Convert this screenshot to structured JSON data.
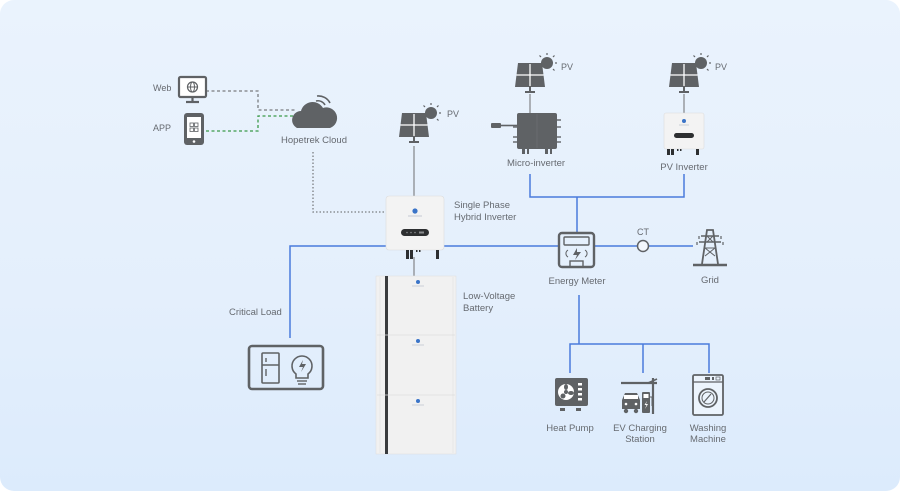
{
  "title": "Hopetrek Single Phase Hybrid System Diagram",
  "colors": {
    "background": "#e6f0fc",
    "icon_gray": "#5f6265",
    "ac_line": "#4a7bdc",
    "dc_line": "#888888",
    "comm_line_gray": "#777777",
    "comm_line_green": "#3b9a4a",
    "device_white": "#f2f2f2",
    "brand_blue": "#3a74c8"
  },
  "labels": {
    "web": "Web",
    "app": "APP",
    "cloud": "Hopetrek Cloud",
    "pv_hybrid": "PV",
    "pv_micro": "PV",
    "pv_string": "PV",
    "micro_inverter": "Micro-inverter",
    "pv_inverter": "PV Inverter",
    "hybrid_inverter_line1": "Single Phase",
    "hybrid_inverter_line2": "Hybrid Inverter",
    "ct": "CT",
    "grid": "Grid",
    "energy_meter": "Energy Meter",
    "critical_load": "Critical Load",
    "battery_line1": "Low-Voltage",
    "battery_line2": "Battery",
    "heat_pump": "Heat Pump",
    "ev_line1": "EV Charging",
    "ev_line2": "Station",
    "washing_line1": "Washing",
    "washing_line2": "Machine"
  },
  "nodes": [
    {
      "id": "web",
      "icon": "monitor-globe-icon"
    },
    {
      "id": "app",
      "icon": "smartphone-icon"
    },
    {
      "id": "cloud",
      "icon": "cloud-wifi-icon"
    },
    {
      "id": "pv_hybrid",
      "icon": "solar-panel-icon"
    },
    {
      "id": "pv_micro",
      "icon": "solar-panel-icon"
    },
    {
      "id": "pv_string",
      "icon": "solar-panel-icon"
    },
    {
      "id": "micro_inverter",
      "icon": "micro-inverter-icon"
    },
    {
      "id": "pv_inverter",
      "icon": "inverter-icon"
    },
    {
      "id": "hybrid_inverter",
      "icon": "hybrid-inverter-icon"
    },
    {
      "id": "battery",
      "icon": "battery-stack-icon",
      "modules": 3
    },
    {
      "id": "energy_meter",
      "icon": "energy-meter-icon"
    },
    {
      "id": "ct",
      "icon": "ct-sensor-icon"
    },
    {
      "id": "grid",
      "icon": "power-tower-icon"
    },
    {
      "id": "critical_load",
      "icon": "fridge-bulb-icon"
    },
    {
      "id": "heat_pump",
      "icon": "heat-pump-icon"
    },
    {
      "id": "ev_station",
      "icon": "ev-charger-icon"
    },
    {
      "id": "washing_machine",
      "icon": "washing-machine-icon"
    }
  ],
  "connections": [
    {
      "from": "web",
      "to": "cloud",
      "style": "dashed-gray"
    },
    {
      "from": "app",
      "to": "cloud",
      "style": "dashed-green"
    },
    {
      "from": "cloud",
      "to": "hybrid_inverter",
      "style": "dotted-gray"
    },
    {
      "from": "pv_hybrid",
      "to": "hybrid_inverter",
      "style": "solid-gray"
    },
    {
      "from": "hybrid_inverter",
      "to": "battery",
      "style": "solid-gray"
    },
    {
      "from": "pv_micro",
      "to": "micro_inverter",
      "style": "solid-gray"
    },
    {
      "from": "pv_string",
      "to": "pv_inverter",
      "style": "solid-gray"
    },
    {
      "from": "hybrid_inverter",
      "to": "critical_load",
      "style": "solid-blue"
    },
    {
      "from": "hybrid_inverter",
      "to": "energy_meter",
      "style": "solid-blue"
    },
    {
      "from": "micro_inverter",
      "to": "energy_meter",
      "style": "solid-blue"
    },
    {
      "from": "pv_inverter",
      "to": "energy_meter",
      "style": "solid-blue"
    },
    {
      "from": "energy_meter",
      "to": "ct",
      "style": "solid-blue"
    },
    {
      "from": "ct",
      "to": "grid",
      "style": "solid-blue"
    },
    {
      "from": "energy_meter",
      "to": "heat_pump",
      "style": "solid-blue"
    },
    {
      "from": "energy_meter",
      "to": "ev_station",
      "style": "solid-blue"
    },
    {
      "from": "energy_meter",
      "to": "washing_machine",
      "style": "solid-blue"
    }
  ]
}
